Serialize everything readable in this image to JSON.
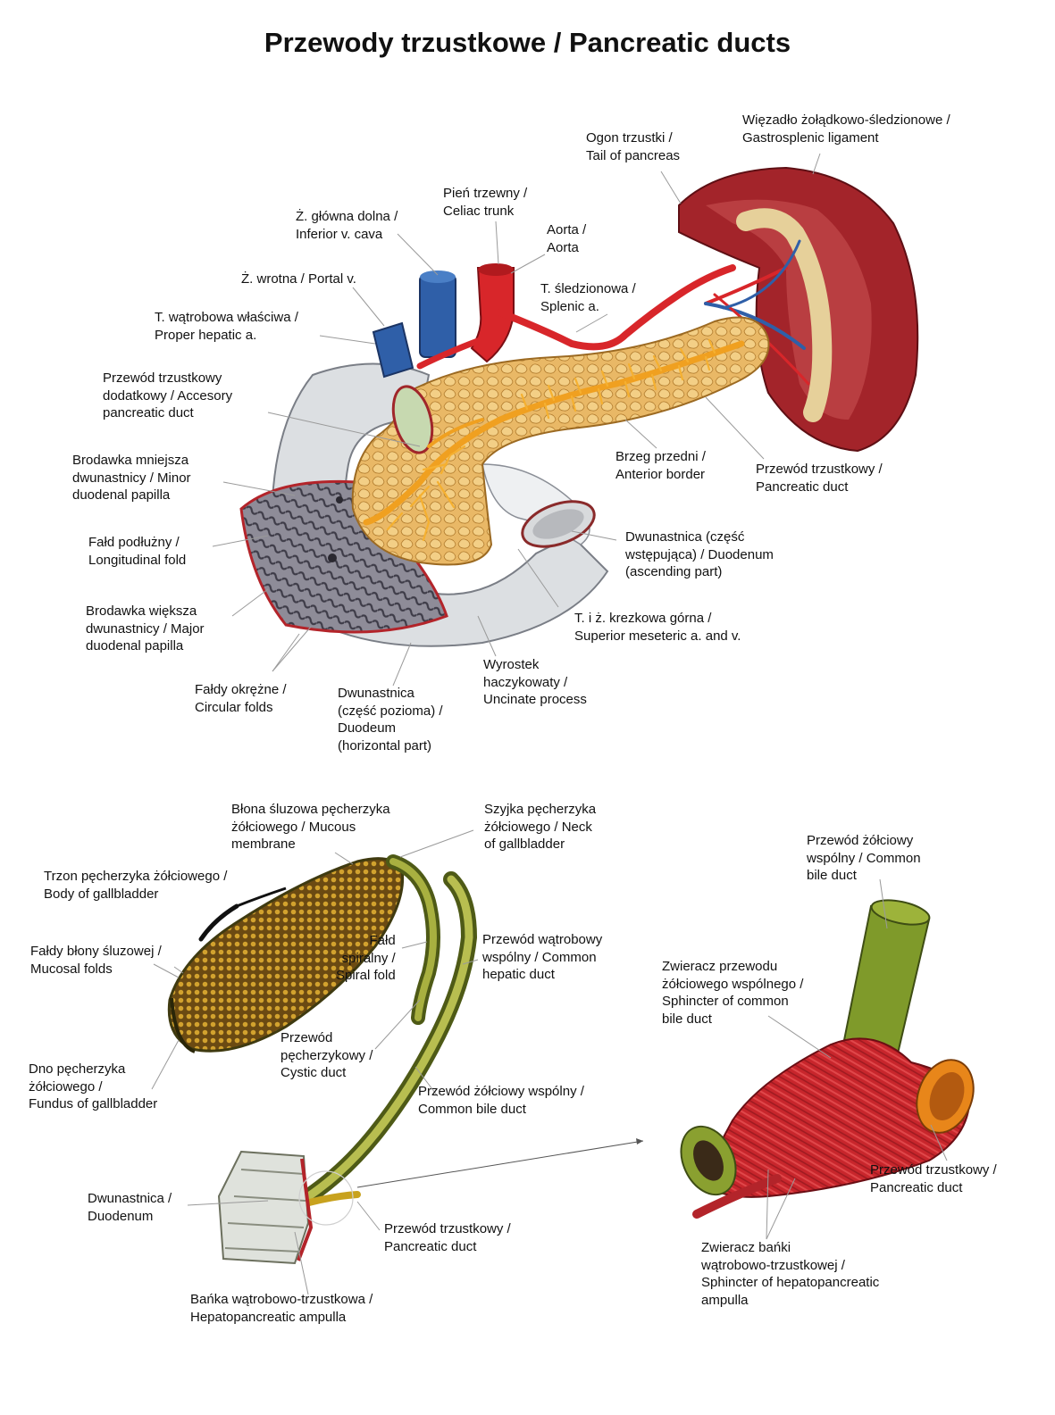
{
  "title": "Przewody trzustkowe / Pancreatic ducts",
  "colors": {
    "pancreas": "#e8b25a",
    "duct": "#f0a020",
    "artery": "#d8262a",
    "vein": "#2f5fa8",
    "duodenum": "#dcdfe2",
    "spleen": "#a3242a",
    "gallbladder_bile": "#8a9a2a"
  },
  "labels": {
    "gastrosplenic": [
      "Więzadło żołądkowo-śledzionowe /",
      "Gastrosplenic ligament"
    ],
    "tail": [
      "Ogon trzustki /",
      "Tail of pancreas"
    ],
    "celiac": [
      "Pień trzewny /",
      "Celiac trunk"
    ],
    "ivc": [
      "Ż. główna dolna /",
      "Inferior v. cava"
    ],
    "aorta": [
      "Aorta /",
      "Aorta"
    ],
    "portal": [
      "Ż. wrotna / Portal v."
    ],
    "splenic": [
      "T. śledzionowa /",
      "Splenic a."
    ],
    "hepatic": [
      "T. wątrobowa właściwa /",
      "Proper hepatic a."
    ],
    "accessory": [
      "Przewód trzustkowy",
      "dodatkowy / Accesory",
      "pancreatic duct"
    ],
    "minor_papilla": [
      "Brodawka mniejsza",
      "dwunastnicy / Minor",
      "duodenal papilla"
    ],
    "anterior_border": [
      "Brzeg przedni /",
      "Anterior border"
    ],
    "pancreatic_duct_top": [
      "Przewód trzustkowy /",
      "Pancreatic duct"
    ],
    "longitudinal": [
      "Fałd podłużny /",
      "Longitudinal fold"
    ],
    "ascending": [
      "Dwunastnica (część",
      "wstępująca) / Duodenum",
      "(ascending part)"
    ],
    "major_papilla": [
      "Brodawka większa",
      "dwunastnicy / Major",
      "duodenal papilla"
    ],
    "mesenteric": [
      "T. i ż. krezkowa górna /",
      "Superior meseteric a. and v."
    ],
    "uncinate": [
      "Wyrostek",
      "haczykowaty /",
      "Uncinate process"
    ],
    "circular": [
      "Fałdy okrężne /",
      "Circular folds"
    ],
    "horizontal": [
      "Dwunastnica",
      "(część pozioma) /",
      "Duodeum",
      "(horizontal part)"
    ],
    "mucous": [
      "Błona śluzowa pęcherzyka",
      "żółciowego / Mucous",
      "membrane"
    ],
    "neck": [
      "Szyjka pęcherzyka",
      "żółciowego / Neck",
      "of gallbladder"
    ],
    "body_gb": [
      "Trzon pęcherzyka żółciowego /",
      "Body of gallbladder"
    ],
    "common_bile_right": [
      "Przewód żółciowy",
      "wspólny / Common",
      "bile duct"
    ],
    "mucosal_folds": [
      "Fałdy błony śluzowej /",
      "Mucosal folds"
    ],
    "spiral": [
      "Fałd",
      "spiralny /",
      "Spiral fold"
    ],
    "common_hepatic": [
      "Przewód wątrobowy",
      "wspólny / Common",
      "hepatic duct"
    ],
    "sphincter_cbd": [
      "Zwieracz przewodu",
      "żółciowego wspólnego /",
      "Sphincter of common",
      "bile duct"
    ],
    "cystic": [
      "Przewód",
      "pęcherzykowy /",
      "Cystic duct"
    ],
    "fundus": [
      "Dno pęcherzyka",
      "żółciowego /",
      "Fundus of gallbladder"
    ],
    "common_bile_bottom": [
      "Przewód żółciowy wspólny /",
      "Common bile duct"
    ],
    "pancreatic_duct_right": [
      "Przewód trzustkowy /",
      "Pancreatic duct"
    ],
    "duodenum_bottom": [
      "Dwunastnica /",
      "Duodenum"
    ],
    "pancreatic_duct_bottom": [
      "Przewód trzustkowy /",
      "Pancreatic duct"
    ],
    "ampulla": [
      "Bańka wątrobowo-trzustkowa /",
      "Hepatopancreatic ampulla"
    ],
    "sphincter_ampulla": [
      "Zwieracz bańki",
      "wątrobowo-trzustkowej /",
      "Sphincter of hepatopancreatic",
      "ampulla"
    ]
  }
}
